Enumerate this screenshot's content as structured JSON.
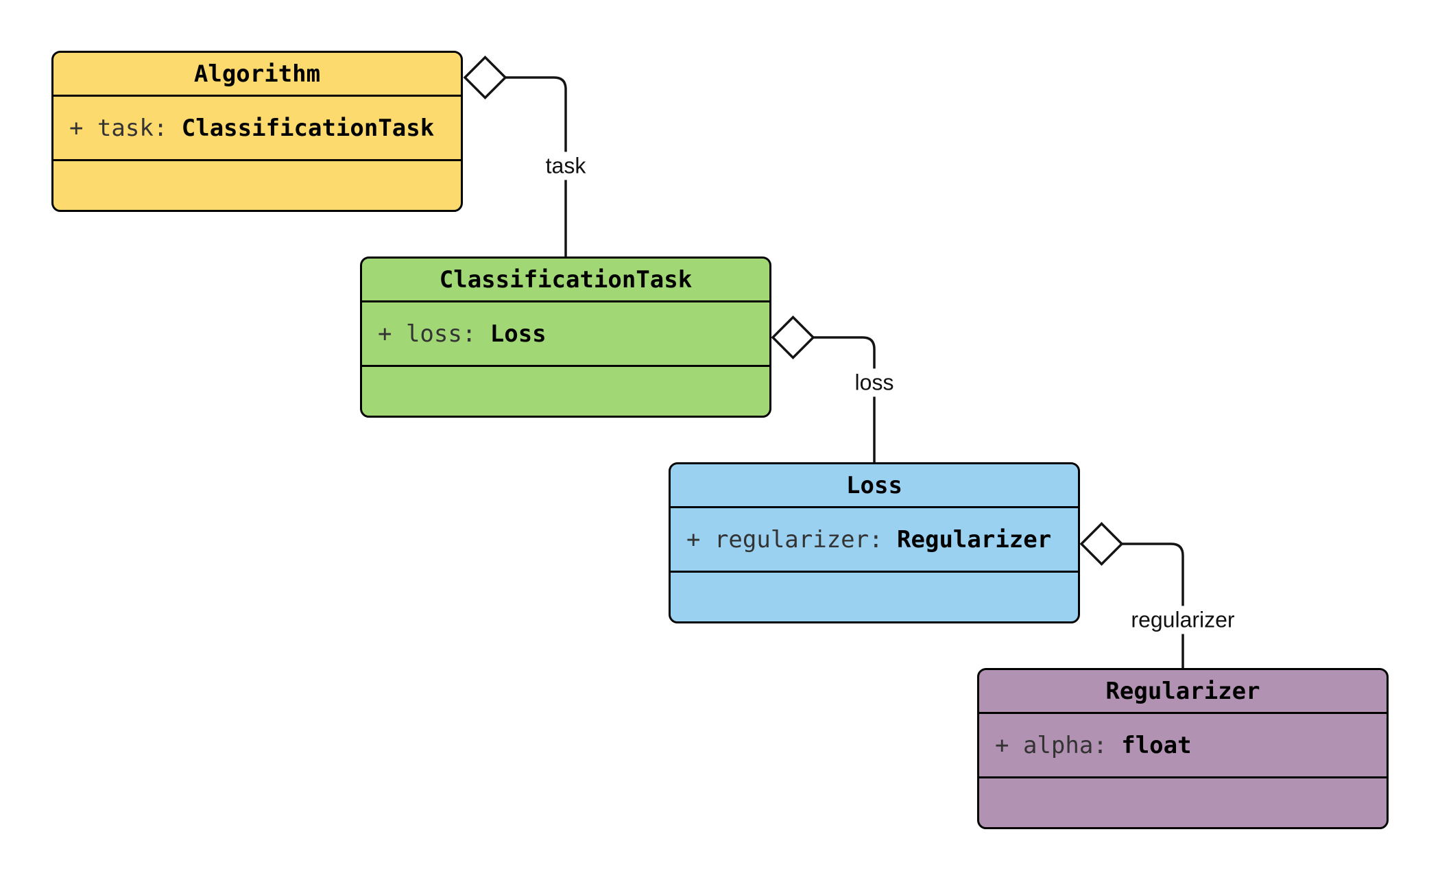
{
  "diagram": {
    "kind": "uml-class-diagram",
    "background_color": "#ffffff",
    "border_color": "#000000",
    "line_color": "#141414",
    "attribute_name_color": "#333333",
    "classes": [
      {
        "name": "Algorithm",
        "fill": "#FDDA6E",
        "attributes": [
          {
            "visibility": "+",
            "name": "task",
            "type": "ClassificationTask",
            "prefix": "+ task: "
          }
        ]
      },
      {
        "name": "ClassificationTask",
        "fill": "#A2D776",
        "attributes": [
          {
            "visibility": "+",
            "name": "loss",
            "type": "Loss",
            "prefix": "+ loss: "
          }
        ]
      },
      {
        "name": "Loss",
        "fill": "#9AD1F0",
        "attributes": [
          {
            "visibility": "+",
            "name": "regularizer",
            "type": "Regularizer",
            "prefix": "+ regularizer: "
          }
        ]
      },
      {
        "name": "Regularizer",
        "fill": "#B292B2",
        "attributes": [
          {
            "visibility": "+",
            "name": "alpha",
            "type": "float",
            "prefix": "+ alpha: "
          }
        ]
      }
    ],
    "relations": [
      {
        "from": "Algorithm",
        "to": "ClassificationTask",
        "label": "task",
        "kind": "aggregation"
      },
      {
        "from": "ClassificationTask",
        "to": "Loss",
        "label": "loss",
        "kind": "aggregation"
      },
      {
        "from": "Loss",
        "to": "Regularizer",
        "label": "regularizer",
        "kind": "aggregation"
      }
    ]
  }
}
